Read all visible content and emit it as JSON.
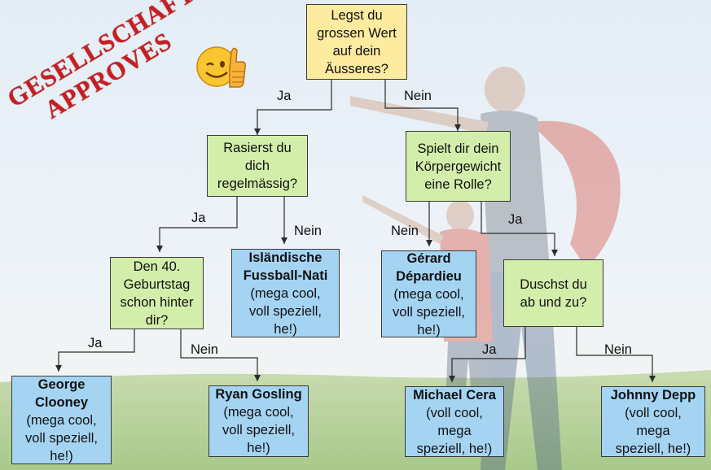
{
  "stamp": {
    "line1": "GESELLSCHAFT",
    "line2": "APPROVES"
  },
  "emoji": "thumbs-up-wink-emoji",
  "questions": {
    "q1": "Legst du\ngrossen Wert\nauf dein\nÄusseres?",
    "q2": "Rasierst du\ndich\nregelmässig?",
    "q3": "Spielt dir dein\nKörpergewicht\neine Rolle?",
    "q4": "Den 40.\nGeburtstag\nschon hinter\ndir?",
    "q5": "Duschst du\nab und zu?"
  },
  "answers": {
    "iceland": {
      "name": "Isländische\nFussball-Nati",
      "desc": "(mega cool,\nvoll speziell,\nhe!)"
    },
    "gerard": {
      "name": "Gérard\nDépardieu",
      "desc": "(mega cool,\nvoll speziell,\nhe!)"
    },
    "george": {
      "name": "George\nClooney",
      "desc": "(mega cool,\nvoll speziell,\nhe!)"
    },
    "ryan": {
      "name": "Ryan Gosling",
      "desc": "(mega cool,\nvoll speziell,\nhe!)"
    },
    "michael": {
      "name": "Michael Cera",
      "desc": "(voll cool,\nmega\nspeziell, he!)"
    },
    "johnny": {
      "name": "Johnny Depp",
      "desc": "(voll cool,\nmega\nspeziell, he!)"
    }
  },
  "labels": {
    "ja": "Ja",
    "nein": "Nein"
  },
  "colors": {
    "question_yellow": "#fdeba0",
    "question_green": "#d3eeab",
    "answer_blue": "#a5d4f3",
    "stamp_red": "#c51f22"
  }
}
